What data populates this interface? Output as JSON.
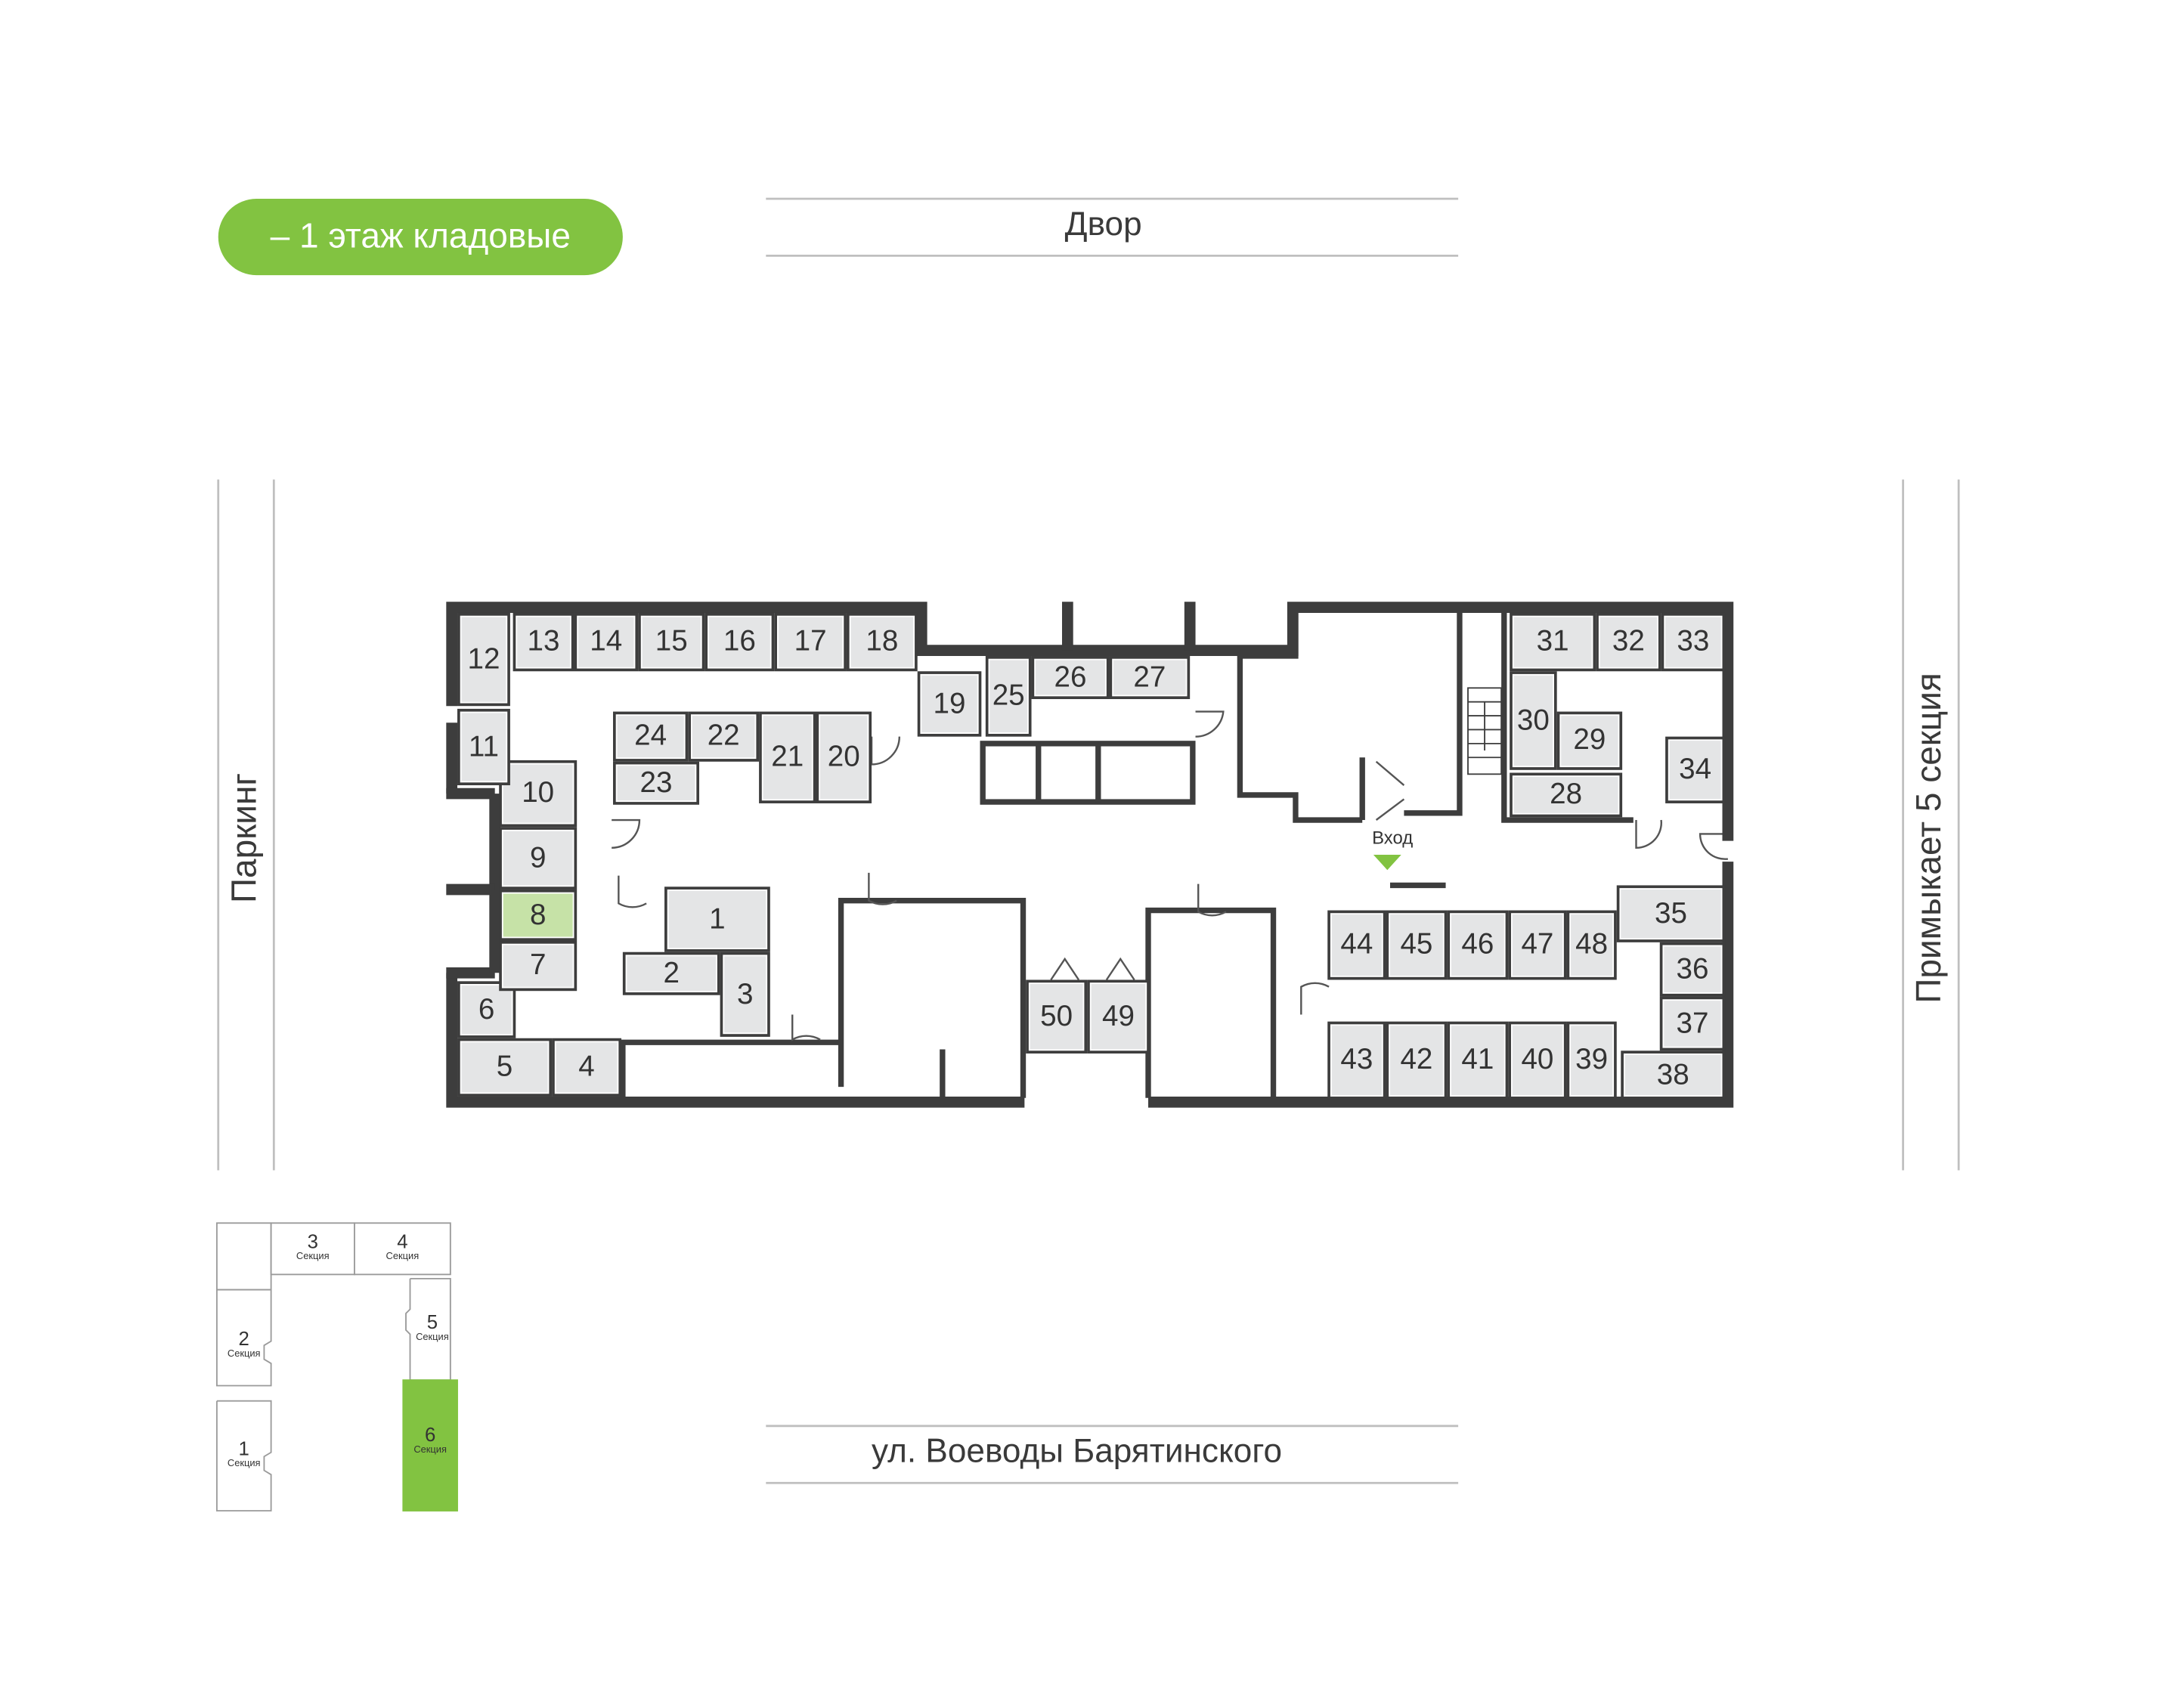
{
  "header": {
    "floor_label": "– 1 этаж кладовые"
  },
  "streets": {
    "top": "Двор",
    "bottom": "ул. Воеводы Барятинского",
    "left": "Паркинг",
    "right": "Примыкает 5 секция"
  },
  "entrance_label": "Вход",
  "selected_room": "8",
  "colors": {
    "accent": "#82c341",
    "selected_room_fill": "#c6e2a7",
    "room_fill": "#e4e5e6",
    "wall": "#3d3d3d"
  },
  "rooms": [
    "1",
    "2",
    "3",
    "4",
    "5",
    "6",
    "7",
    "8",
    "9",
    "10",
    "11",
    "12",
    "13",
    "14",
    "15",
    "16",
    "17",
    "18",
    "19",
    "20",
    "21",
    "22",
    "23",
    "24",
    "25",
    "26",
    "27",
    "28",
    "29",
    "30",
    "31",
    "32",
    "33",
    "34",
    "35",
    "36",
    "37",
    "38",
    "39",
    "40",
    "41",
    "42",
    "43",
    "44",
    "45",
    "46",
    "47",
    "48",
    "49",
    "50"
  ],
  "sections": {
    "label": "Секция",
    "items": [
      {
        "number": "1"
      },
      {
        "number": "2"
      },
      {
        "number": "3"
      },
      {
        "number": "4"
      },
      {
        "number": "5"
      },
      {
        "number": "6"
      }
    ],
    "active": "6"
  }
}
